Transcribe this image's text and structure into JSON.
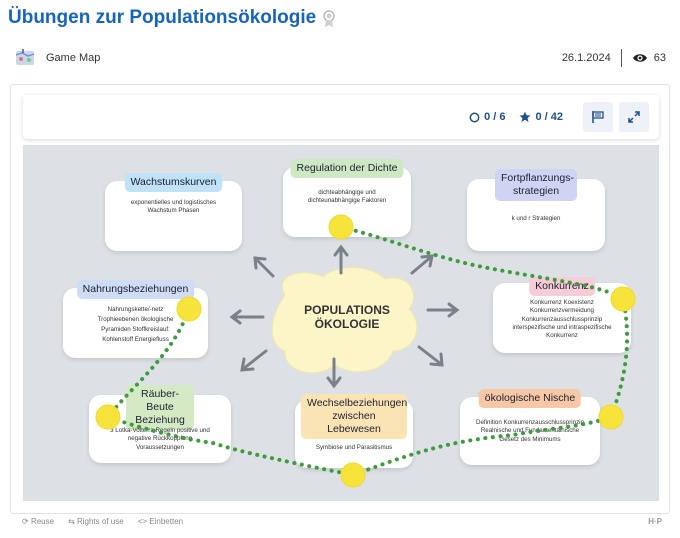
{
  "page": {
    "title": "Übungen zur Populationsökologie"
  },
  "meta": {
    "type_label": "Game Map",
    "date": "26.1.2024",
    "views": "63"
  },
  "toolbar": {
    "done_count": "0 / 6",
    "stars_count": "0 / 42"
  },
  "map": {
    "center_line1": "POPULATIONS",
    "center_line2": "ÖKOLOGIE",
    "stages": [
      {
        "title": "Wachstumskurven",
        "body": "exponentielles und logistisches Wachstum Phasen",
        "color": "#bfe2f7"
      },
      {
        "title": "Regulation der Dichte",
        "body": "dichteabhängige und dichteunabhängige Faktoren",
        "color": "#cfe8c4"
      },
      {
        "title": "Fortpflanzungs-strategien",
        "body": "k und r Strategien",
        "color": "#cfd4f4"
      },
      {
        "title": "Nahrungsbeziehungen",
        "body": "Nahrungskette/-netz Trophieebenen ökologische Pyramiden Stoffkreislauf: Kohlenstoff Energiefluss",
        "color": "#cfdcf5"
      },
      {
        "title": "Konkurrenz",
        "body": "Konkurrenz Koexistenz Konkurrenzvermeidung Konkurrenzausschlussprinzip interspezifische und intraspezifische Konkurrenz",
        "color": "#f6cdd7"
      },
      {
        "title": "Räuber-Beute Beziehung",
        "body": "3 Lotka-Volterra Regeln positive und negative Rückkopplung Voraussetzungen",
        "color": "#d3eac5"
      },
      {
        "title": "Wechselbeziehungen zwischen Lebewesen",
        "body": "Symbiose und Parasitismus",
        "color": "#fbe4b4"
      },
      {
        "title": "ökologische Nische",
        "body": "Definition Konkurrenzausschlussprinzip Realnische und Fundamentalnische Gesetz des Minimums",
        "color": "#f7c7a6"
      }
    ]
  },
  "footer": {
    "reuse": "Reuse",
    "rights": "Rights of use",
    "embed": "Einbetten",
    "brand": "H·P"
  },
  "colors": {
    "accent": "#1565c0",
    "node": "#f7e43a",
    "path": "#3e9b3e"
  }
}
